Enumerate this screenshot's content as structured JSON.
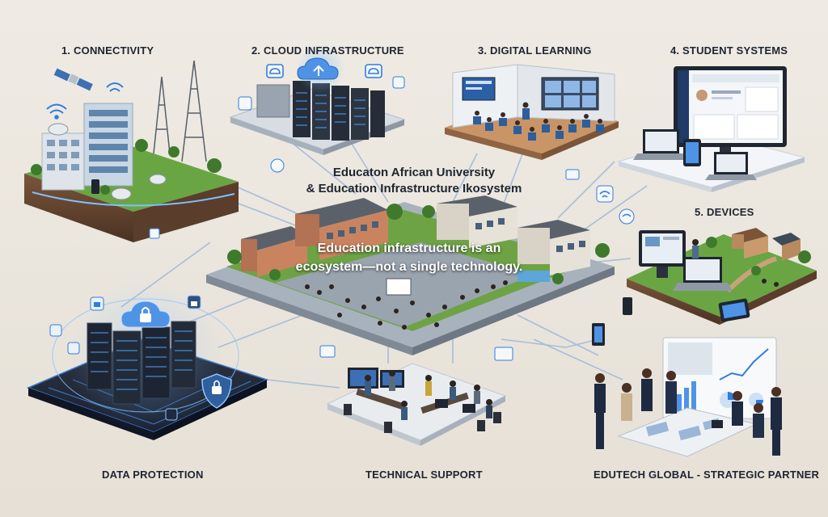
{
  "diagram": {
    "central_title_line1": "Educaton African University",
    "central_title_line2": "& Education Infrastructure Ikosystem",
    "tagline_line1": "Education infrastructure is an",
    "tagline_line2": "ecosystem—not a single technology.",
    "nodes": [
      {
        "id": "connectivity",
        "label": "1. CONNECTIVITY"
      },
      {
        "id": "cloud",
        "label": "2. CLOUD INFRASTRUCTURE"
      },
      {
        "id": "learning",
        "label": "3. DIGITAL LEARNING"
      },
      {
        "id": "student",
        "label": "4. STUDENT SYSTEMS"
      },
      {
        "id": "devices",
        "label": "5. DEVICES"
      },
      {
        "id": "data",
        "label": "DATA PROTECTION"
      },
      {
        "id": "support",
        "label": "TECHNICAL SUPPORT"
      },
      {
        "id": "partner",
        "label": "EDUTECH GLOBAL - STRATEGIC PARTNER"
      }
    ]
  },
  "colors": {
    "background": "#ece7df",
    "accent_blue": "#2f7de1",
    "connector": "#9fb8d6",
    "grass": "#5f9a3a",
    "soil": "#6b4a34"
  },
  "icons": [
    "satellite-icon",
    "wifi-icon",
    "cloud-icon",
    "lock-icon",
    "shield-icon",
    "server-rack-icon",
    "laptop-icon",
    "tablet-icon",
    "phone-icon",
    "monitor-icon",
    "chart-icon",
    "people-icon"
  ]
}
